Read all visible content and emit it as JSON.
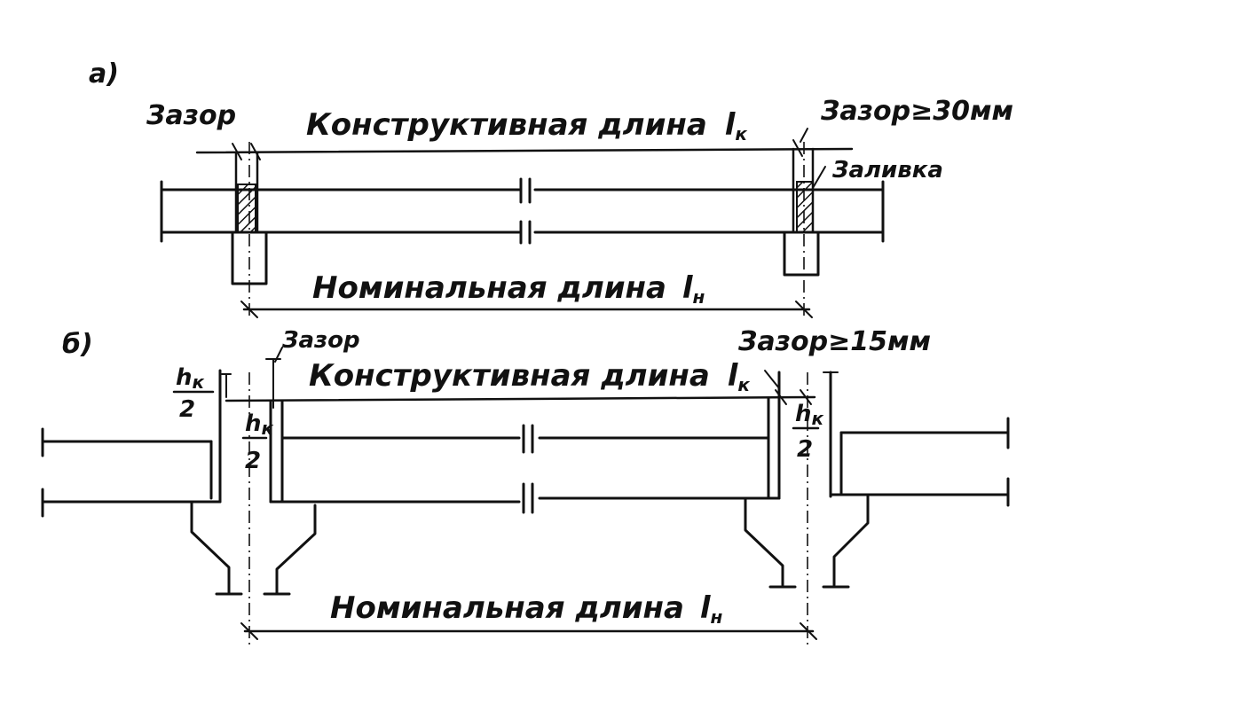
{
  "panel_a": {
    "panel_label": "а)",
    "gap_label": "Зазор",
    "constructive_length": "Конструктивная длина",
    "constructive_symbol": "l",
    "constructive_sub": "к",
    "gap_min_label": "Зазор≥30мм",
    "filling_label": "Заливка",
    "nominal_length": "Номинальная длина",
    "nominal_symbol": "l",
    "nominal_sub": "н"
  },
  "panel_b": {
    "panel_label": "б)",
    "gap_label": "Зазор",
    "constructive_length": "Конструктивная длина",
    "constructive_symbol": "l",
    "constructive_sub": "к",
    "gap_min_label": "Зазор≥15мм",
    "half_height_left": {
      "numerator": "h",
      "sub": "к",
      "denominator": "2"
    },
    "half_height_inner": {
      "numerator": "h",
      "sub": "к",
      "denominator": "2"
    },
    "half_height_right": {
      "numerator": "h",
      "sub": "к",
      "denominator": "2"
    },
    "nominal_length": "Номинальная длина",
    "nominal_symbol": "l",
    "nominal_sub": "н"
  }
}
